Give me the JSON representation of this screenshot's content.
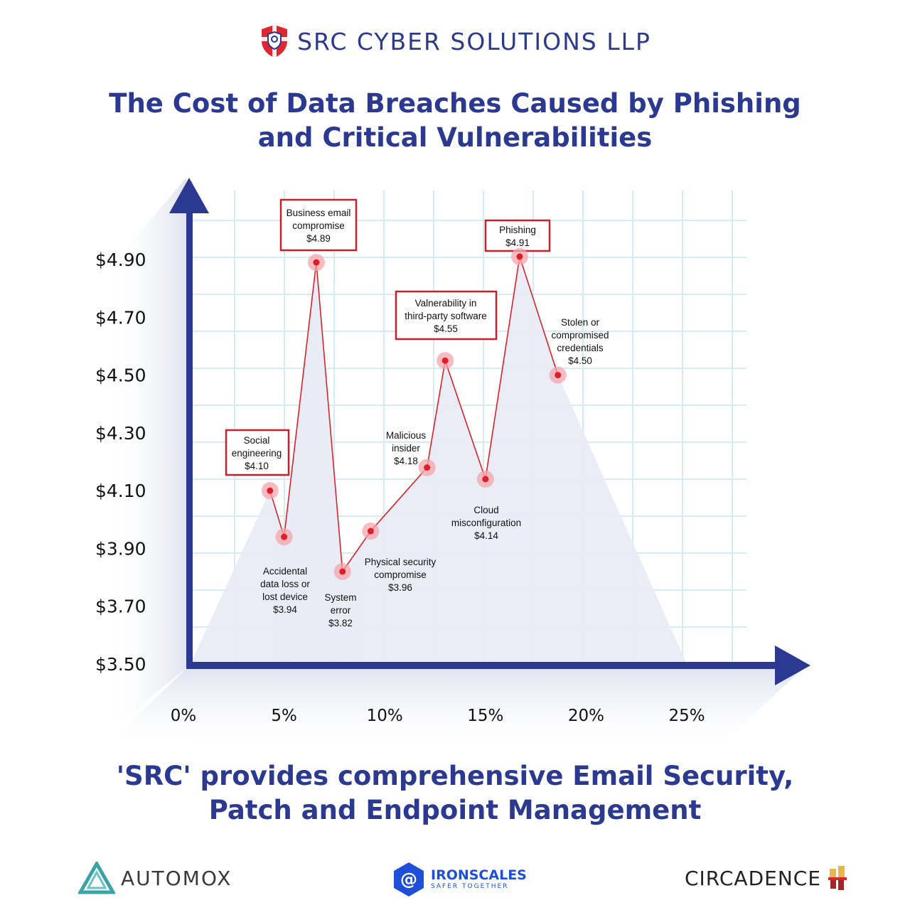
{
  "header": {
    "brand": "SRC CYBER SOLUTIONS LLP",
    "logo_icon": "shield-icon"
  },
  "title": {
    "line1": "The Cost of Data Breaches Caused by Phishing",
    "line2": "and Critical Vulnerabilities"
  },
  "subtitle": {
    "line1": "'SRC' provides comprehensive Email Security,",
    "line2": "Patch and Endpoint Management"
  },
  "partners": [
    {
      "name": "AUTOMOX",
      "icon": "automox-triangle-logo"
    },
    {
      "name": "IRONSCALES",
      "tagline": "SAFER TOGETHER",
      "icon": "ironscales-at-logo"
    },
    {
      "name": "CIRCADENCE",
      "icon": "circadence-logo"
    }
  ],
  "colors": {
    "axis": "#2b3990",
    "line": "#d9232e",
    "point": "#e11d2a",
    "halo": "#f3a6ac",
    "box": "#c8202c",
    "fill": "#e9ebf5",
    "grid": "#d6ecf5",
    "title": "#2b3990"
  },
  "chart_data": {
    "type": "line",
    "title": "The Cost of Data Breaches Caused by Phishing and Critical Vulnerabilities",
    "xlabel": "",
    "ylabel": "",
    "x_ticks": [
      "0%",
      "5%",
      "10%",
      "15%",
      "20%",
      "25%"
    ],
    "y_ticks": [
      "$3.50",
      "$3.70",
      "$3.90",
      "$4.10",
      "$4.30",
      "$4.50",
      "$4.70",
      "$4.90"
    ],
    "xlim": [
      0,
      25
    ],
    "ylim": [
      3.5,
      4.9
    ],
    "grid": true,
    "legend": false,
    "points": [
      {
        "label": [
          "Social",
          "engineering",
          "$4.10"
        ],
        "name": "Social engineering",
        "x": 4.3,
        "y": 4.1,
        "boxed": true
      },
      {
        "label": [
          "Accidental",
          "data loss or",
          "lost device",
          "$3.94"
        ],
        "name": "Accidental data loss or lost device",
        "x": 5.0,
        "y": 3.94,
        "boxed": false
      },
      {
        "label": [
          "Business email",
          "compromise",
          "$4.89"
        ],
        "name": "Business email compromise",
        "x": 6.6,
        "y": 4.89,
        "boxed": true
      },
      {
        "label": [
          "System",
          "error",
          "$3.82"
        ],
        "name": "System error",
        "x": 7.9,
        "y": 3.82,
        "boxed": false
      },
      {
        "label": [
          "Physical security",
          "compromise",
          "$3.96"
        ],
        "name": "Physical security compromise",
        "x": 9.3,
        "y": 3.96,
        "boxed": false
      },
      {
        "label": [
          "Malicious",
          "insider",
          "$4.18"
        ],
        "name": "Malicious insider",
        "x": 12.1,
        "y": 4.18,
        "boxed": false
      },
      {
        "label": [
          "Valnerability in",
          "third-party software",
          "$4.55"
        ],
        "name": "Valnerability in third-party software",
        "x": 13.0,
        "y": 4.55,
        "boxed": true
      },
      {
        "label": [
          "Cloud",
          "misconfiguration",
          "$4.14"
        ],
        "name": "Cloud misconfiguration",
        "x": 15.0,
        "y": 4.14,
        "boxed": false
      },
      {
        "label": [
          "Phishing",
          "$4.91"
        ],
        "name": "Phishing",
        "x": 16.7,
        "y": 4.91,
        "boxed": true
      },
      {
        "label": [
          "Stolen or",
          "compromised",
          "credentials",
          "$4.50"
        ],
        "name": "Stolen or compromised credentials",
        "x": 18.6,
        "y": 4.5,
        "boxed": false
      }
    ]
  }
}
